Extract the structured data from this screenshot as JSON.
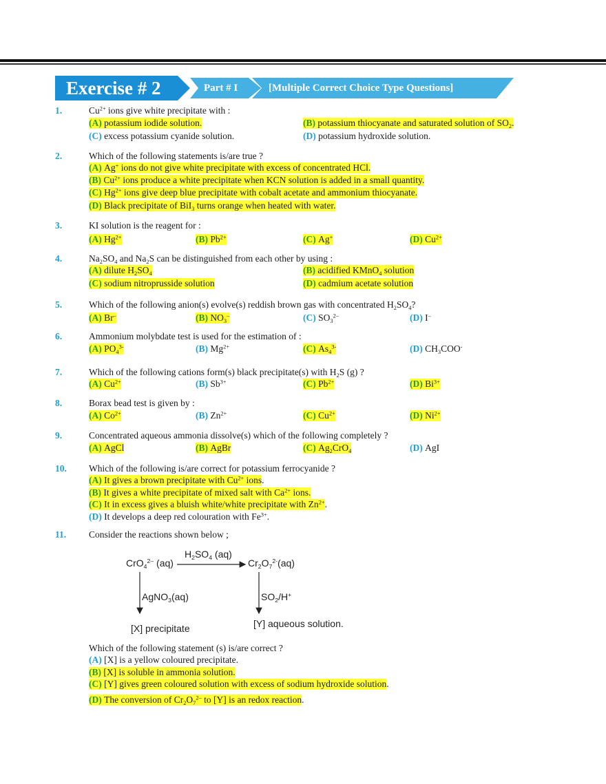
{
  "header": {
    "exercise_title": "Exercise # 2",
    "part_label": "Part # I",
    "section_title": "[Multiple Correct Choice Type Questions]",
    "colors": {
      "exercise_box": "#1b8fd6",
      "part_box": "#45b0e2",
      "question_number": "#1e9fd5",
      "highlight": "#ffff33",
      "correct_label": "#2d9a1e"
    }
  },
  "questions": [
    {
      "number": "1.",
      "text": "Cu^{2+} ions give white precipitate with :",
      "options": [
        {
          "label": "(A)",
          "text": "potassium iodide solution.",
          "highlighted": true
        },
        {
          "label": "(B)",
          "text": "potassium thiocyanate and saturated solution of SO_{2}.",
          "highlighted": true
        },
        {
          "label": "(C)",
          "text": "excess potassium cyanide solution.",
          "highlighted": false
        },
        {
          "label": "(D)",
          "text": "potassium hydroxide solution.",
          "highlighted": false
        }
      ]
    },
    {
      "number": "2.",
      "text": "Which of the following statements is/are true ?",
      "options": [
        {
          "label": "(A)",
          "text": "Ag^{+} ions do not give white precipitate with excess of concentrated HCl.",
          "highlighted": true
        },
        {
          "label": "(B)",
          "text": "Cu^{2+} ions produce a white precipitate when KCN solution is added in a small quantity.",
          "highlighted": true
        },
        {
          "label": "(C)",
          "text": "Hg^{2+} ions give deep blue precipitate with cobalt acetate and ammonium thiocyanate.",
          "highlighted": true
        },
        {
          "label": "(D)",
          "text": "Black precipitate of BiI_{3} turns orange when heated with water.",
          "highlighted": true
        }
      ]
    },
    {
      "number": "3.",
      "text": "KI solution is the reagent for :",
      "options": [
        {
          "label": "(A)",
          "text": "Hg^{2+}",
          "highlighted": true
        },
        {
          "label": "(B)",
          "text": "Pb^{2+}",
          "highlighted": true
        },
        {
          "label": "(C)",
          "text": "Ag^{+}",
          "highlighted": true
        },
        {
          "label": "(D)",
          "text": "Cu^{2+}",
          "highlighted": true
        }
      ]
    },
    {
      "number": "4.",
      "text": "Na_{2}SO_{4} and Na_{2}S can be distinguished from each other by using :",
      "options": [
        {
          "label": "(A)",
          "text": "dilute H_{2}SO_{4}",
          "highlighted": true
        },
        {
          "label": "(B)",
          "text": " acidified KMnO_{4} solution",
          "highlighted": true
        },
        {
          "label": "(C)",
          "text": "sodium nitroprusside solution",
          "highlighted": true
        },
        {
          "label": "(D)",
          "text": "cadmium acetate solution",
          "highlighted": true
        }
      ]
    },
    {
      "number": "5.",
      "text": "Which of the following anion(s) evolve(s) reddish brown gas with concentrated H_{2}SO_{4}?",
      "options": [
        {
          "label": "(A)",
          "text": "Br^{–}",
          "highlighted": true
        },
        {
          "label": "(B)",
          "text": "NO_{3}^{–}",
          "highlighted": true
        },
        {
          "label": "(C)",
          "text": "SO_{3}^{2–}",
          "highlighted": false
        },
        {
          "label": "(D)",
          "text": "I^{–}",
          "highlighted": false
        }
      ]
    },
    {
      "number": "6.",
      "text": "Ammonium molybdate test is used for the estimation of :",
      "options": [
        {
          "label": "(A)",
          "text": "PO_{4}^{3-}",
          "highlighted": true
        },
        {
          "label": "(B)",
          "text": "Mg^{2+}",
          "highlighted": false
        },
        {
          "label": "(C)",
          "text": "As_{4}^{3-}",
          "highlighted": true
        },
        {
          "label": "(D)",
          "text": "CH_{3}COO^{-}",
          "highlighted": false
        }
      ]
    },
    {
      "number": "7.",
      "text": "Which of the following cations form(s) black precipitate(s) with H_{2}S (g) ?",
      "options": [
        {
          "label": "(A)",
          "text": "Cu^{2+}",
          "highlighted": true
        },
        {
          "label": "(B)",
          "text": "Sb^{3+}",
          "highlighted": false
        },
        {
          "label": "(C)",
          "text": "Pb^{2+}",
          "highlighted": true
        },
        {
          "label": "(D)",
          "text": "Bi^{3+}",
          "highlighted": true
        }
      ]
    },
    {
      "number": "8.",
      "text": "Borax bead test is given by :",
      "options": [
        {
          "label": "(A)",
          "text": "Co^{2+}",
          "highlighted": true
        },
        {
          "label": "(B)",
          "text": "Zn^{2+}",
          "highlighted": false
        },
        {
          "label": "(C)",
          "text": "Cu^{2+}",
          "highlighted": true
        },
        {
          "label": "(D)",
          "text": "Ni^{2+}",
          "highlighted": true
        }
      ]
    },
    {
      "number": "9.",
      "text": "Concentrated aqueous ammonia dissolve(s) which of the following completely ?",
      "options": [
        {
          "label": "(A)",
          "text": "AgCl",
          "highlighted": true
        },
        {
          "label": "(B)",
          "text": "AgBr",
          "highlighted": true
        },
        {
          "label": "(C)",
          "text": "Ag_{2}CrO_{4}",
          "highlighted": true
        },
        {
          "label": "(D)",
          "text": "AgI",
          "highlighted": false
        }
      ]
    },
    {
      "number": "10.",
      "text": "Which of the following is/are correct for potassium ferrocyanide ?",
      "options": [
        {
          "label": "(A)",
          "text": "It gives a brown precipitate with Cu^{2+} ions",
          "highlighted": true,
          "trailing": "."
        },
        {
          "label": "(B)",
          "text": "It gives a white precipitate of mixed salt with Ca^{2+} ions.",
          "highlighted": true
        },
        {
          "label": "(C)",
          "text": "It in excess gives a bluish white/white precipitate with Zn^{2+}",
          "highlighted": true,
          "trailing": "."
        },
        {
          "label": "(D)",
          "text": "It develops a deep red colouration with Fe^{3+}.",
          "highlighted": false
        }
      ]
    },
    {
      "number": "11.",
      "text": "Consider the reactions shown below ;",
      "diagram": {
        "reactant": "CrO_{4}^{2–} (aq)",
        "reagent_top": "H_{2}SO_{4} (aq)",
        "product_top": "Cr_{2}O_{7}^{2-}(aq)",
        "reagent_left": "AgNO_{3}(aq)",
        "product_left": "[X] precipitate",
        "reagent_right": "SO_{2}/H^{+}",
        "product_right": "[Y]  aqueous solution."
      },
      "subtext": "Which of the following statement (s) is/are correct ?",
      "options": [
        {
          "label": "(A)",
          "text": "[X] is a yellow coloured precipitate.",
          "highlighted": false
        },
        {
          "label": "(B)",
          "text": "[X] is soluble in ammonia solution.",
          "highlighted": true
        },
        {
          "label": "(C)",
          "text": "[Y] gives green coloured solution with excess of sodium hydroxide solution",
          "highlighted": true,
          "trailing": "."
        },
        {
          "label": "(D)",
          "text": "The conversion of Cr_{2}O_{7}^{2–} to [Y] is an redox reaction",
          "highlighted": true,
          "trailing": "."
        }
      ]
    }
  ]
}
